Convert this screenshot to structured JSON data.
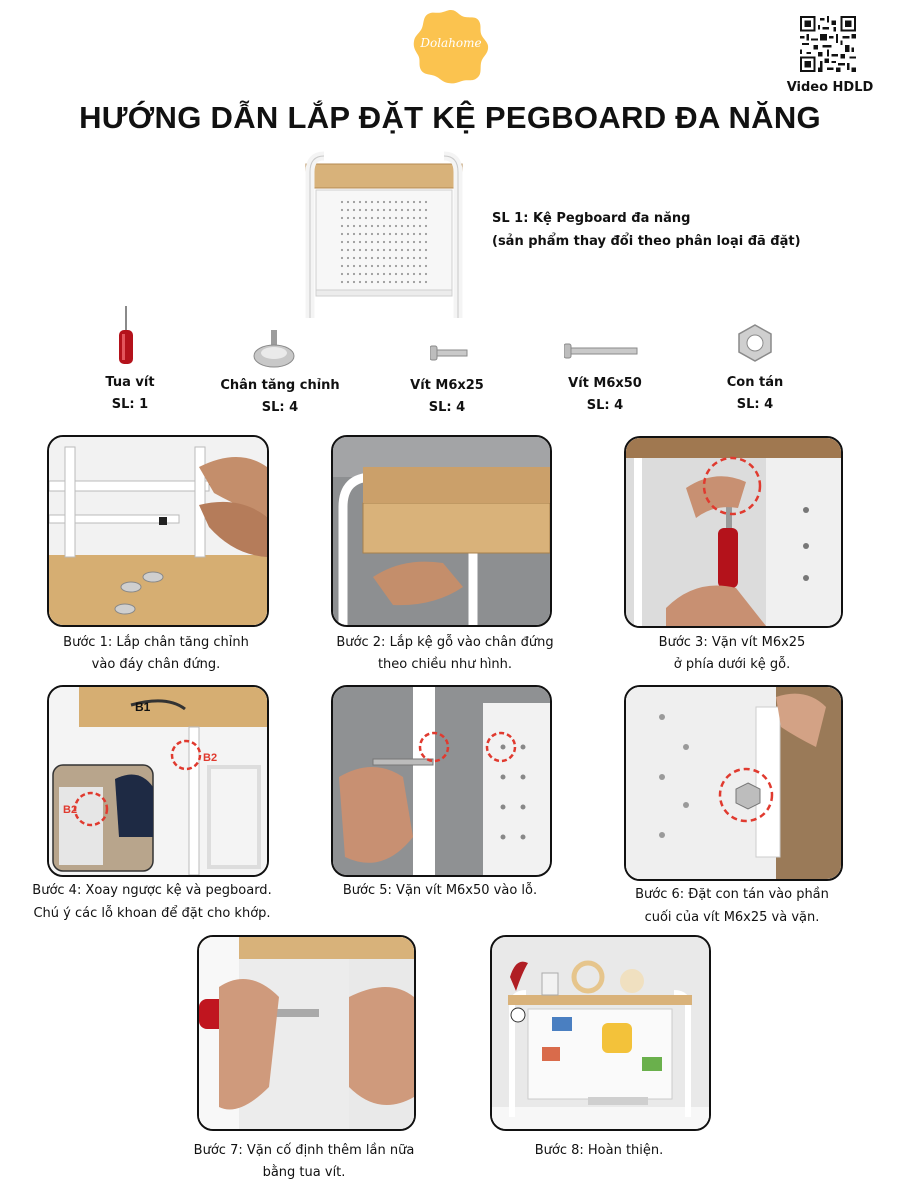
{
  "header": {
    "logo_text": "Dolahome",
    "qr_label": "Video HDLD",
    "title": "HƯỚNG DẪN LẮP ĐẶT KỆ PEGBOARD ĐA NĂNG"
  },
  "product": {
    "line1": "SL 1: Kệ Pegboard đa năng",
    "line2": "(sản phẩm thay đổi theo phân loại đã đặt)"
  },
  "parts": [
    {
      "name": "Tua vít",
      "qty": "SL: 1",
      "icon": "screwdriver-icon"
    },
    {
      "name": "Chân tăng chỉnh",
      "qty": "SL: 4",
      "icon": "leveling-foot-icon"
    },
    {
      "name": "Vít M6x25",
      "qty": "SL: 4",
      "icon": "short-screw-icon"
    },
    {
      "name": "Vít M6x50",
      "qty": "SL: 4",
      "icon": "long-screw-icon"
    },
    {
      "name": "Con tán",
      "qty": "SL: 4",
      "icon": "hex-nut-icon"
    }
  ],
  "steps": [
    {
      "line1": "Bước 1: Lắp chân tăng chỉnh",
      "line2": "vào đáy chân đứng."
    },
    {
      "line1": "Bước 2: Lắp kệ gỗ vào chân đứng",
      "line2": "theo chiều như hình."
    },
    {
      "line1": "Bước 3: Vặn vít M6x25",
      "line2": "ở phía dưới kệ gỗ."
    },
    {
      "line1": "Bước 4: Xoay ngược kệ và pegboard.",
      "line2": "Chú ý các lỗ khoan để đặt cho khớp.",
      "tags": [
        "B1",
        "B2",
        "B2"
      ]
    },
    {
      "line1": "Bước 5: Vặn vít M6x50 vào lỗ.",
      "line2": ""
    },
    {
      "line1": "Bước 6: Đặt con tán vào phần",
      "line2": "cuối của vít M6x25 và vặn."
    },
    {
      "line1": "Bước 7: Vặn cố định thêm lần nữa",
      "line2": "bằng tua vít."
    },
    {
      "line1": "Bước 8: Hoàn thiện.",
      "line2": ""
    }
  ],
  "colors": {
    "logo": "#fbc34f",
    "accent_red": "#e03a2f",
    "wood": "#d8b27a"
  }
}
